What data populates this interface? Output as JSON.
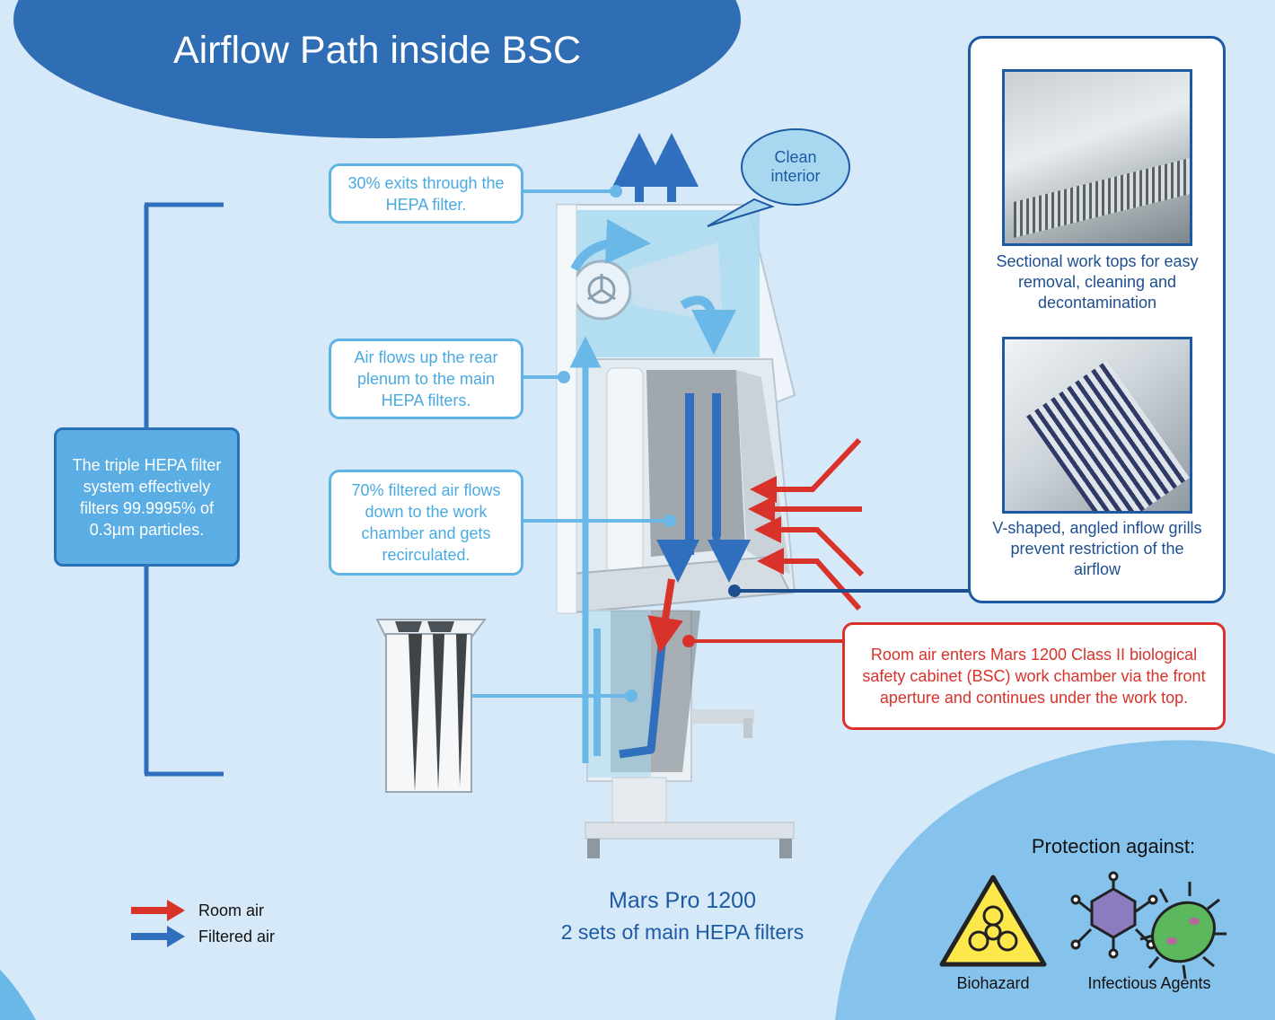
{
  "title": "Airflow Path inside BSC",
  "callouts": {
    "exit": "30% exits through the HEPA filter.",
    "rear_plenum": "Air flows up the rear plenum to the main HEPA filters.",
    "recirculate": "70% filtered air flows down to the work chamber and gets recirculated.",
    "room_air": "Room air enters Mars 1200 Class II biological safety cabinet (BSC) work chamber via the front aperture and continues under the work top."
  },
  "triple_hepa": "The triple HEPA filter system effectively filters 99.9995% of 0.3µm particles.",
  "clean_bubble": "Clean interior",
  "photos": [
    {
      "caption": "Sectional work tops for easy removal, cleaning and decontamination"
    },
    {
      "caption": "V-shaped, angled inflow grills prevent restriction of the airflow"
    }
  ],
  "model": {
    "name": "Mars Pro 1200",
    "subtitle": "2 sets of main HEPA filters"
  },
  "legend": {
    "room_air": "Room air",
    "filtered_air": "Filtered air"
  },
  "protection": {
    "title": "Protection against:",
    "items": [
      "Biohazard",
      "Infectious Agents"
    ]
  },
  "colors": {
    "room_air": "#d9322b",
    "filtered_air": "#2f6fbe",
    "title_bg": "#2f6db5",
    "accent_light": "#5fb4e6",
    "background": "#d6e9f8"
  }
}
